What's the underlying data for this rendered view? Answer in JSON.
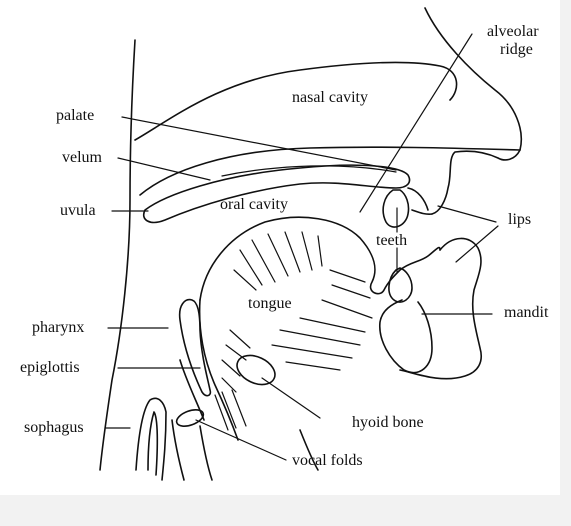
{
  "labels": {
    "nasal_cavity": "nasal cavity",
    "alveolar_ridge_line1": "alveolar",
    "alveolar_ridge_line2": "ridge",
    "palate": "palate",
    "velum": "velum",
    "uvula": "uvula",
    "oral_cavity": "oral cavity",
    "teeth": "teeth",
    "lips": "lips",
    "tongue": "tongue",
    "mandible": "mandit",
    "pharynx": "pharynx",
    "epiglottis": "epiglottis",
    "esophagus": "sophagus",
    "hyoid_bone": "hyoid bone",
    "vocal_folds": "vocal folds"
  },
  "colors": {
    "ink": "#111111",
    "paper": "#ffffff",
    "margin": "#f2f2f2"
  }
}
